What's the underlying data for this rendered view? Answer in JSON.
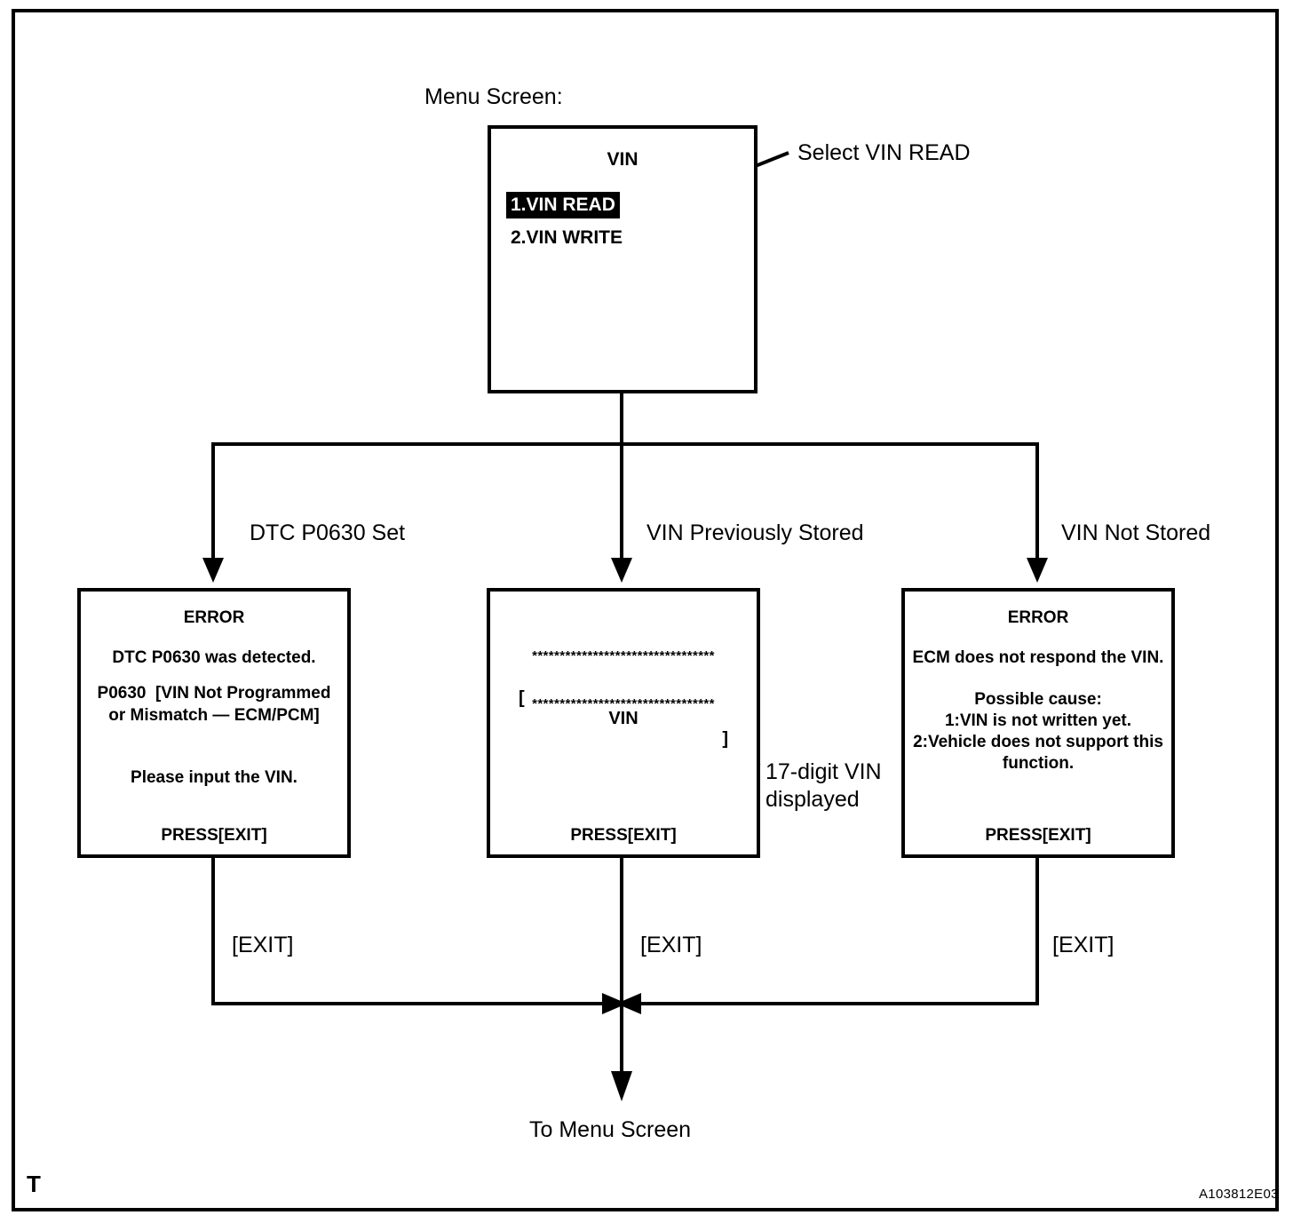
{
  "figure": {
    "code": "A103812E03",
    "corner_marker": "T"
  },
  "header": {
    "menu_screen_label": "Menu Screen:"
  },
  "menu_screen": {
    "title": "VIN",
    "items": [
      {
        "label": "1.VIN READ",
        "selected": true
      },
      {
        "label": "2.VIN WRITE",
        "selected": false
      }
    ],
    "callout": "Select VIN READ"
  },
  "branches": [
    {
      "label": "DTC P0630 Set"
    },
    {
      "label": "VIN Previously Stored"
    },
    {
      "label": "VIN Not Stored"
    }
  ],
  "screens": {
    "dtc_error": {
      "title": "ERROR",
      "line1": "DTC P0630 was detected.",
      "line2": "P0630  [VIN Not Programmed",
      "line3": "or Mismatch — ECM/PCM]",
      "line4": "Please input the VIN.",
      "footer": "PRESS[EXIT]"
    },
    "vin_display": {
      "asterisks_top": "*********************************",
      "vin_row_left": "[",
      "vin_row_center": "VIN",
      "vin_row_right": "]",
      "asterisks_bottom": "*********************************",
      "footer": "PRESS[EXIT]",
      "callout_line1": "17-digit VIN",
      "callout_line2": "displayed"
    },
    "no_response_error": {
      "title": "ERROR",
      "line1": "ECM does not respond the VIN.",
      "line2": "Possible cause:",
      "line3": "1:VIN is not written yet.",
      "line4": "2:Vehicle does not support this",
      "line5": "function.",
      "footer": "PRESS[EXIT]"
    }
  },
  "exits": {
    "left": "[EXIT]",
    "center": "[EXIT]",
    "right": "[EXIT]"
  },
  "footer": {
    "return_label": "To Menu Screen"
  },
  "colors": {
    "ink": "#000000",
    "paper": "#ffffff"
  }
}
